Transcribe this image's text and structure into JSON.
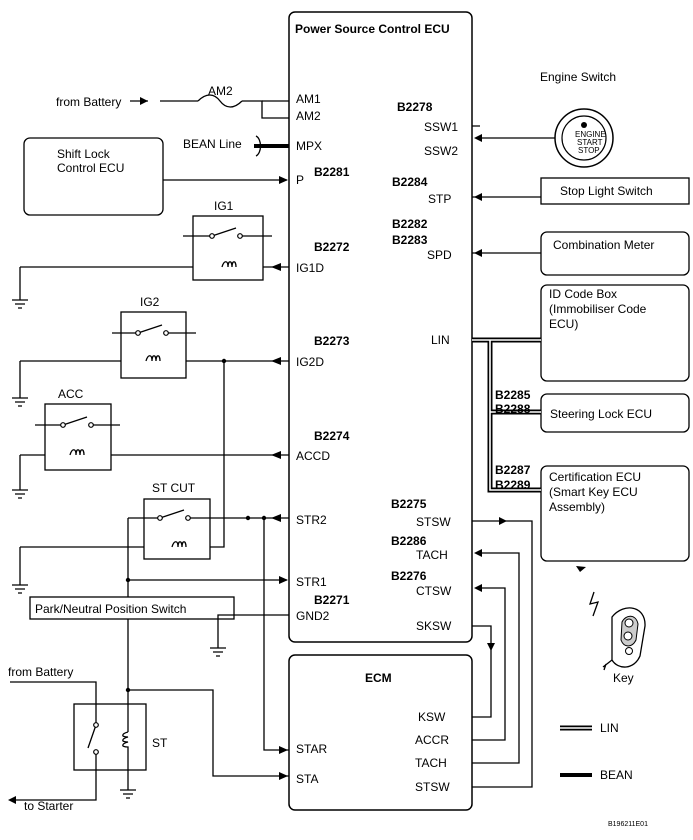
{
  "ecu": {
    "title": "Power Source Control ECU",
    "pins_left": [
      "AM1",
      "AM2",
      "MPX",
      "P",
      "IG1D",
      "IG2D",
      "ACCD",
      "STR2",
      "STR1",
      "GND2"
    ],
    "pins_right": [
      "SSW1",
      "SSW2",
      "STP",
      "SPD",
      "LIN",
      "STSW",
      "TACH",
      "CTSW",
      "SKSW"
    ],
    "connectors": [
      "B2278",
      "B2281",
      "B2284",
      "B2282",
      "B2283",
      "B2272",
      "B2273",
      "B2274",
      "B2275",
      "B2286",
      "B2276",
      "B2271"
    ]
  },
  "ecm": {
    "title": "ECM",
    "pins_left": [
      "STAR",
      "STA"
    ],
    "pins_right": [
      "KSW",
      "ACCR",
      "TACH",
      "STSW"
    ]
  },
  "left": {
    "from_battery_1": "from Battery",
    "fuse": "AM2",
    "bean_line": "BEAN Line",
    "shift_lock_1": "Shift Lock",
    "shift_lock_2": "Control ECU",
    "relays": [
      "IG1",
      "IG2",
      "ACC",
      "ST CUT",
      "ST"
    ],
    "park_neutral": "Park/Neutral Position Switch",
    "from_battery_2": "from Battery",
    "to_starter": "to Starter"
  },
  "right": {
    "engine_switch": "Engine Switch",
    "engine_switch_face": [
      "ENGINE",
      "START",
      "STOP"
    ],
    "stop_light": "Stop Light Switch",
    "combination_meter": "Combination Meter",
    "id_box": [
      "ID Code Box",
      "(Immobiliser Code",
      "ECU)"
    ],
    "lin_codes_1": [
      "B2285",
      "B2288"
    ],
    "steering_lock": "Steering Lock ECU",
    "lin_codes_2": [
      "B2287",
      "B2289"
    ],
    "certification": [
      "Certification ECU",
      "(Smart Key ECU",
      "Assembly)"
    ],
    "key": "Key"
  },
  "legend": {
    "lin": "LIN",
    "bean": "BEAN"
  },
  "figure_id": "B196211E01"
}
